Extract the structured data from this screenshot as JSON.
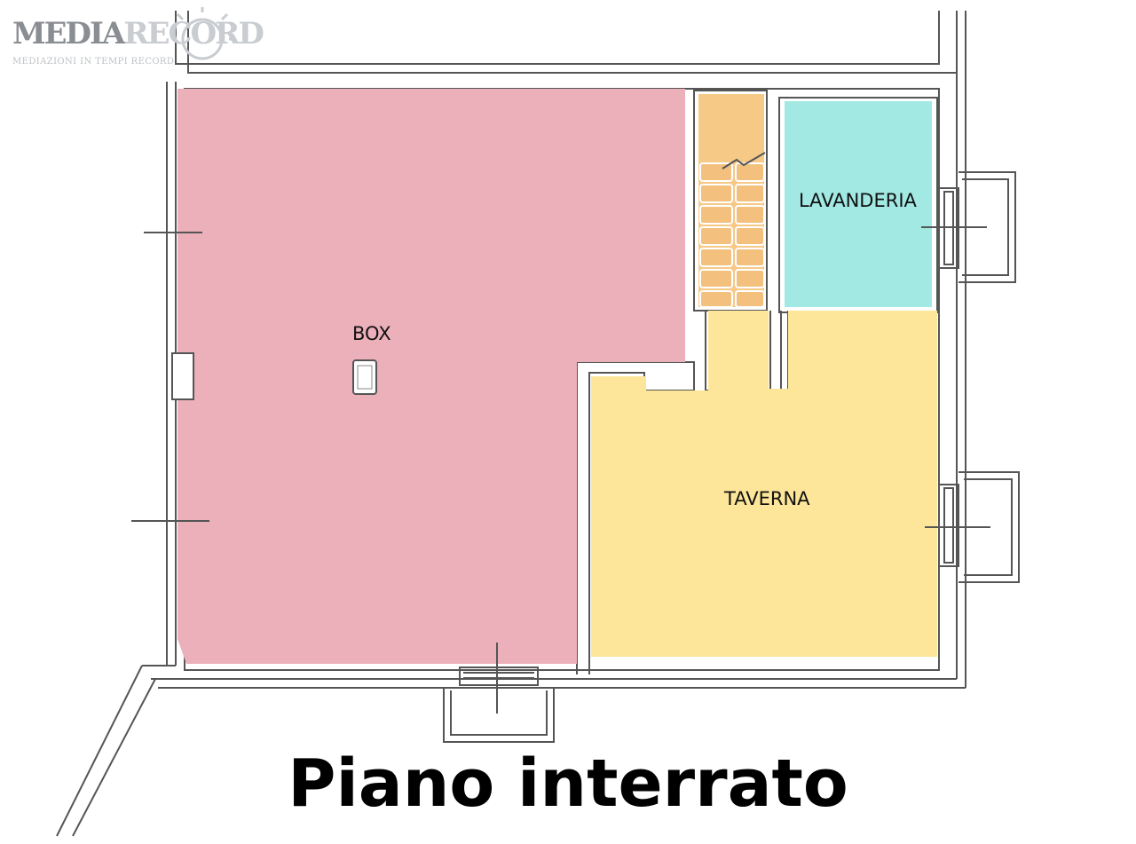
{
  "logo": {
    "name_part1": "MEDIA",
    "name_part2": "RECORD",
    "tagline": "MEDIAZIONI IN TEMPI RECORD"
  },
  "rooms": {
    "box": {
      "label": "BOX",
      "color": "#ecb0ba"
    },
    "lavanderia": {
      "label": "LAVANDERIA",
      "color": "#a2e9e4"
    },
    "taverna": {
      "label": "TAVERNA",
      "color": "#fde699"
    },
    "scala": {
      "label": "",
      "color": "#f6c987"
    }
  },
  "caption": "Piano interrato",
  "wall_color": "#555555"
}
